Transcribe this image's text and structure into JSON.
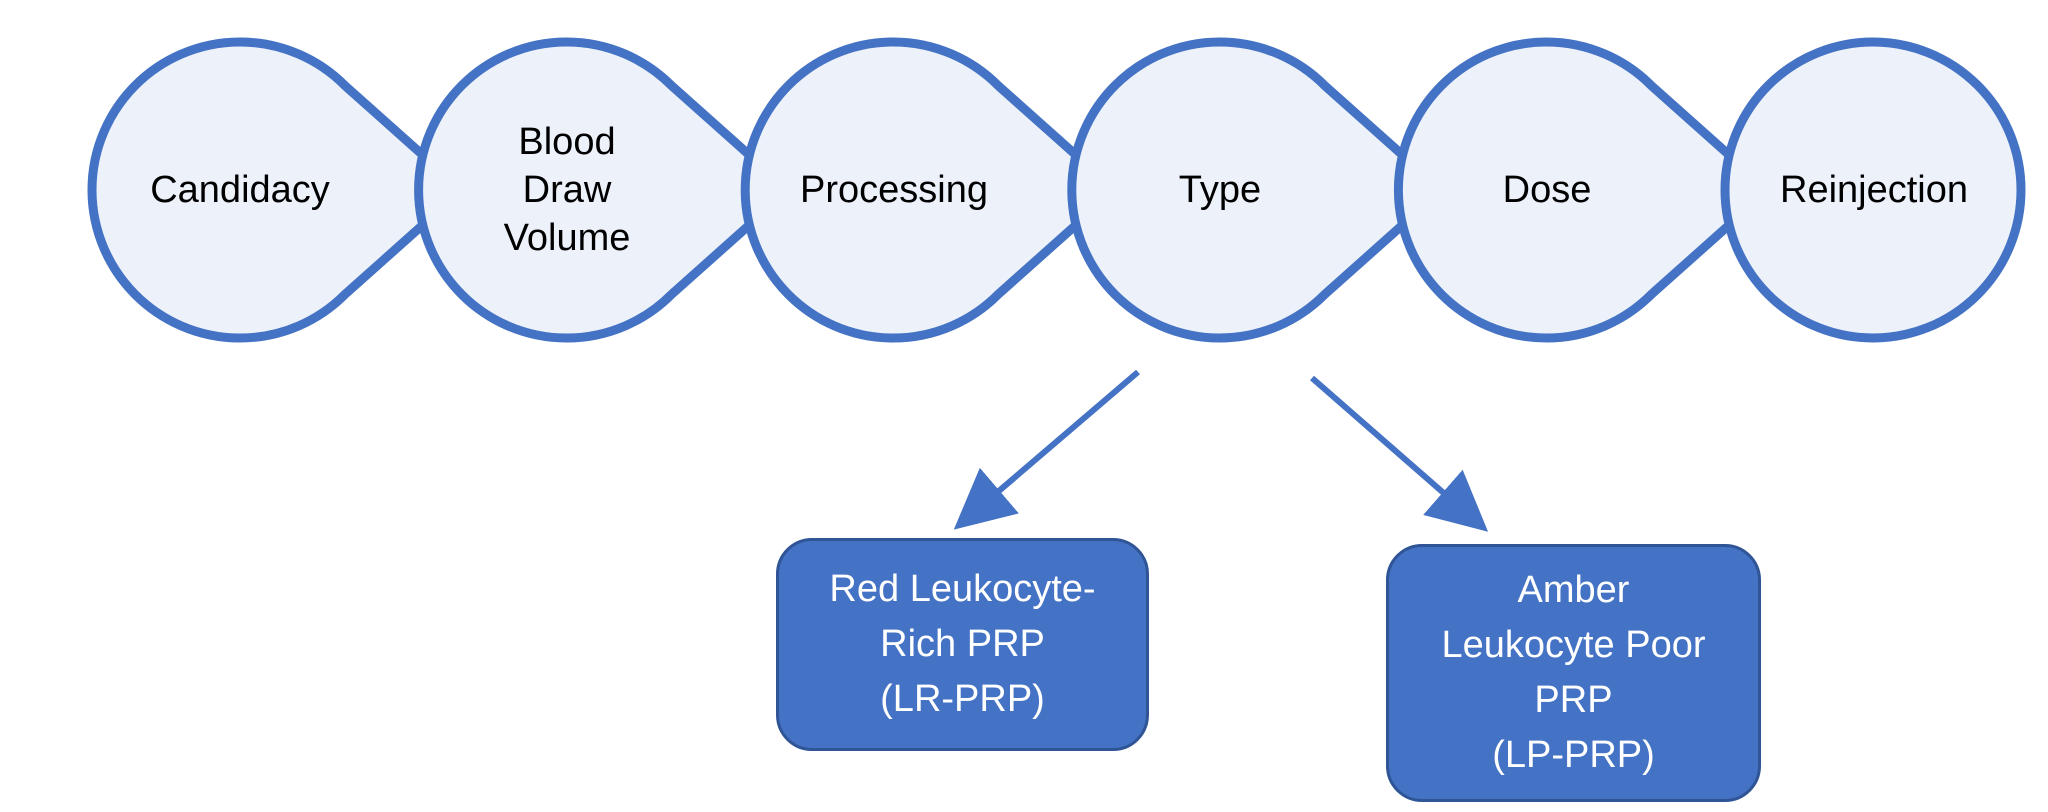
{
  "diagram": {
    "colors": {
      "accent": "#4472c4",
      "circle_fill": "#ecf1fa",
      "box_border": "#2f5597",
      "text_dark": "#000000",
      "text_light": "#ffffff"
    },
    "steps": [
      {
        "label": "Candidacy"
      },
      {
        "label": "Blood\nDraw\nVolume"
      },
      {
        "label": "Processing"
      },
      {
        "label": "Type"
      },
      {
        "label": "Dose"
      },
      {
        "label": "Reinjection"
      }
    ],
    "branches": [
      {
        "label": "Red Leukocyte-\nRich PRP\n(LR-PRP)"
      },
      {
        "label": "Amber\nLeukocyte Poor\nPRP\n(LP-PRP)"
      }
    ]
  }
}
